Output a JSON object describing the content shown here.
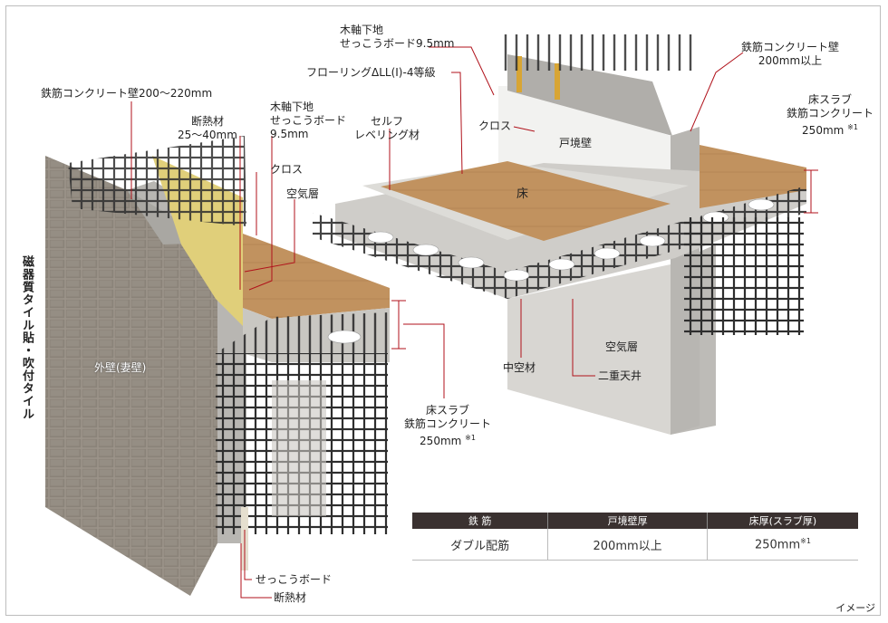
{
  "labels": {
    "left_wall_rc": "鉄筋コンクリート壁200〜220mm",
    "insulation_top_1": "断熱材",
    "insulation_top_2": "25〜40mm",
    "wood_frame_l_1": "木軸下地",
    "wood_frame_l_2": "せっこうボード",
    "wood_frame_l_3": "9.5mm",
    "cloth_left": "クロス",
    "air_layer_left": "空気層",
    "tile_vertical": "磁器質タイル貼・吹付タイル",
    "exterior_wall": "外壁(妻壁)",
    "slab_left_1": "床スラブ",
    "slab_left_2": "鉄筋コンクリート",
    "slab_left_3": "250mm",
    "gypsum_bottom": "せっこうボード",
    "insulation_bottom": "断熱材",
    "wood_frame_r_1": "木軸下地",
    "wood_frame_r_2": "せっこうボード9.5mm",
    "flooring": "フローリングΔLL(Ⅰ)-4等級",
    "self_leveling_1": "セルフ",
    "self_leveling_2": "レベリング材",
    "cloth_right": "クロス",
    "party_wall": "戸境壁",
    "floor": "床",
    "right_wall_rc_1": "鉄筋コンクリート壁",
    "right_wall_rc_2": "200mm以上",
    "slab_right_1": "床スラブ",
    "slab_right_2": "鉄筋コンクリート",
    "slab_right_3": "250mm",
    "hollow_material": "中空材",
    "air_layer_right": "空気層",
    "double_ceiling": "二重天井",
    "note_mark": "※1",
    "image_note": "イメージ"
  },
  "spec_table": {
    "headers": [
      "鉄 筋",
      "戸境壁厚",
      "床厚(スラブ厚)"
    ],
    "row": [
      "ダブル配筋",
      "200mm以上",
      "250mm"
    ],
    "row_note": "※1"
  },
  "colors": {
    "leader": "#b0121b",
    "tile": "#9c948a",
    "concrete": "#b8b6b2",
    "wood": "#b98a58",
    "insulation": "#e0cf7a",
    "rebar": "#2e2e2e",
    "header_bg": "#3a3130"
  }
}
